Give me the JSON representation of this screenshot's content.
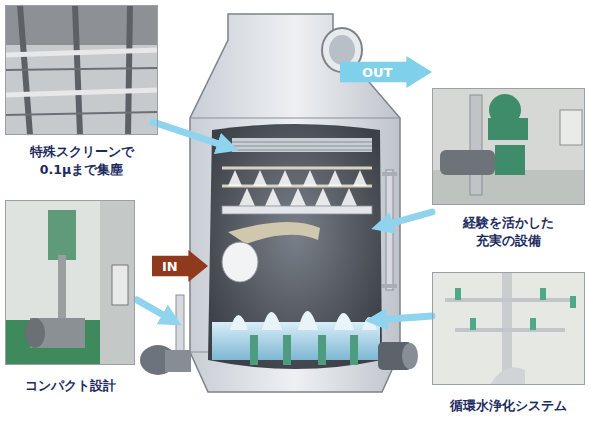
{
  "diagram": {
    "nodes": [
      {
        "text": [
          "特殊スクリーンで 0.1μまで集塵"
        ]
      },
      {
        "text": [
          "OUT"
        ]
      },
      {
        "text": [
          "経験を活かした 充実の設備"
        ]
      },
      {
        "text": [
          "IN"
        ]
      },
      {
        "text": [
          "コンパクト設計"
        ]
      },
      {
        "text": [
          "循環水浄化システム"
        ]
      }
    ]
  }
}
